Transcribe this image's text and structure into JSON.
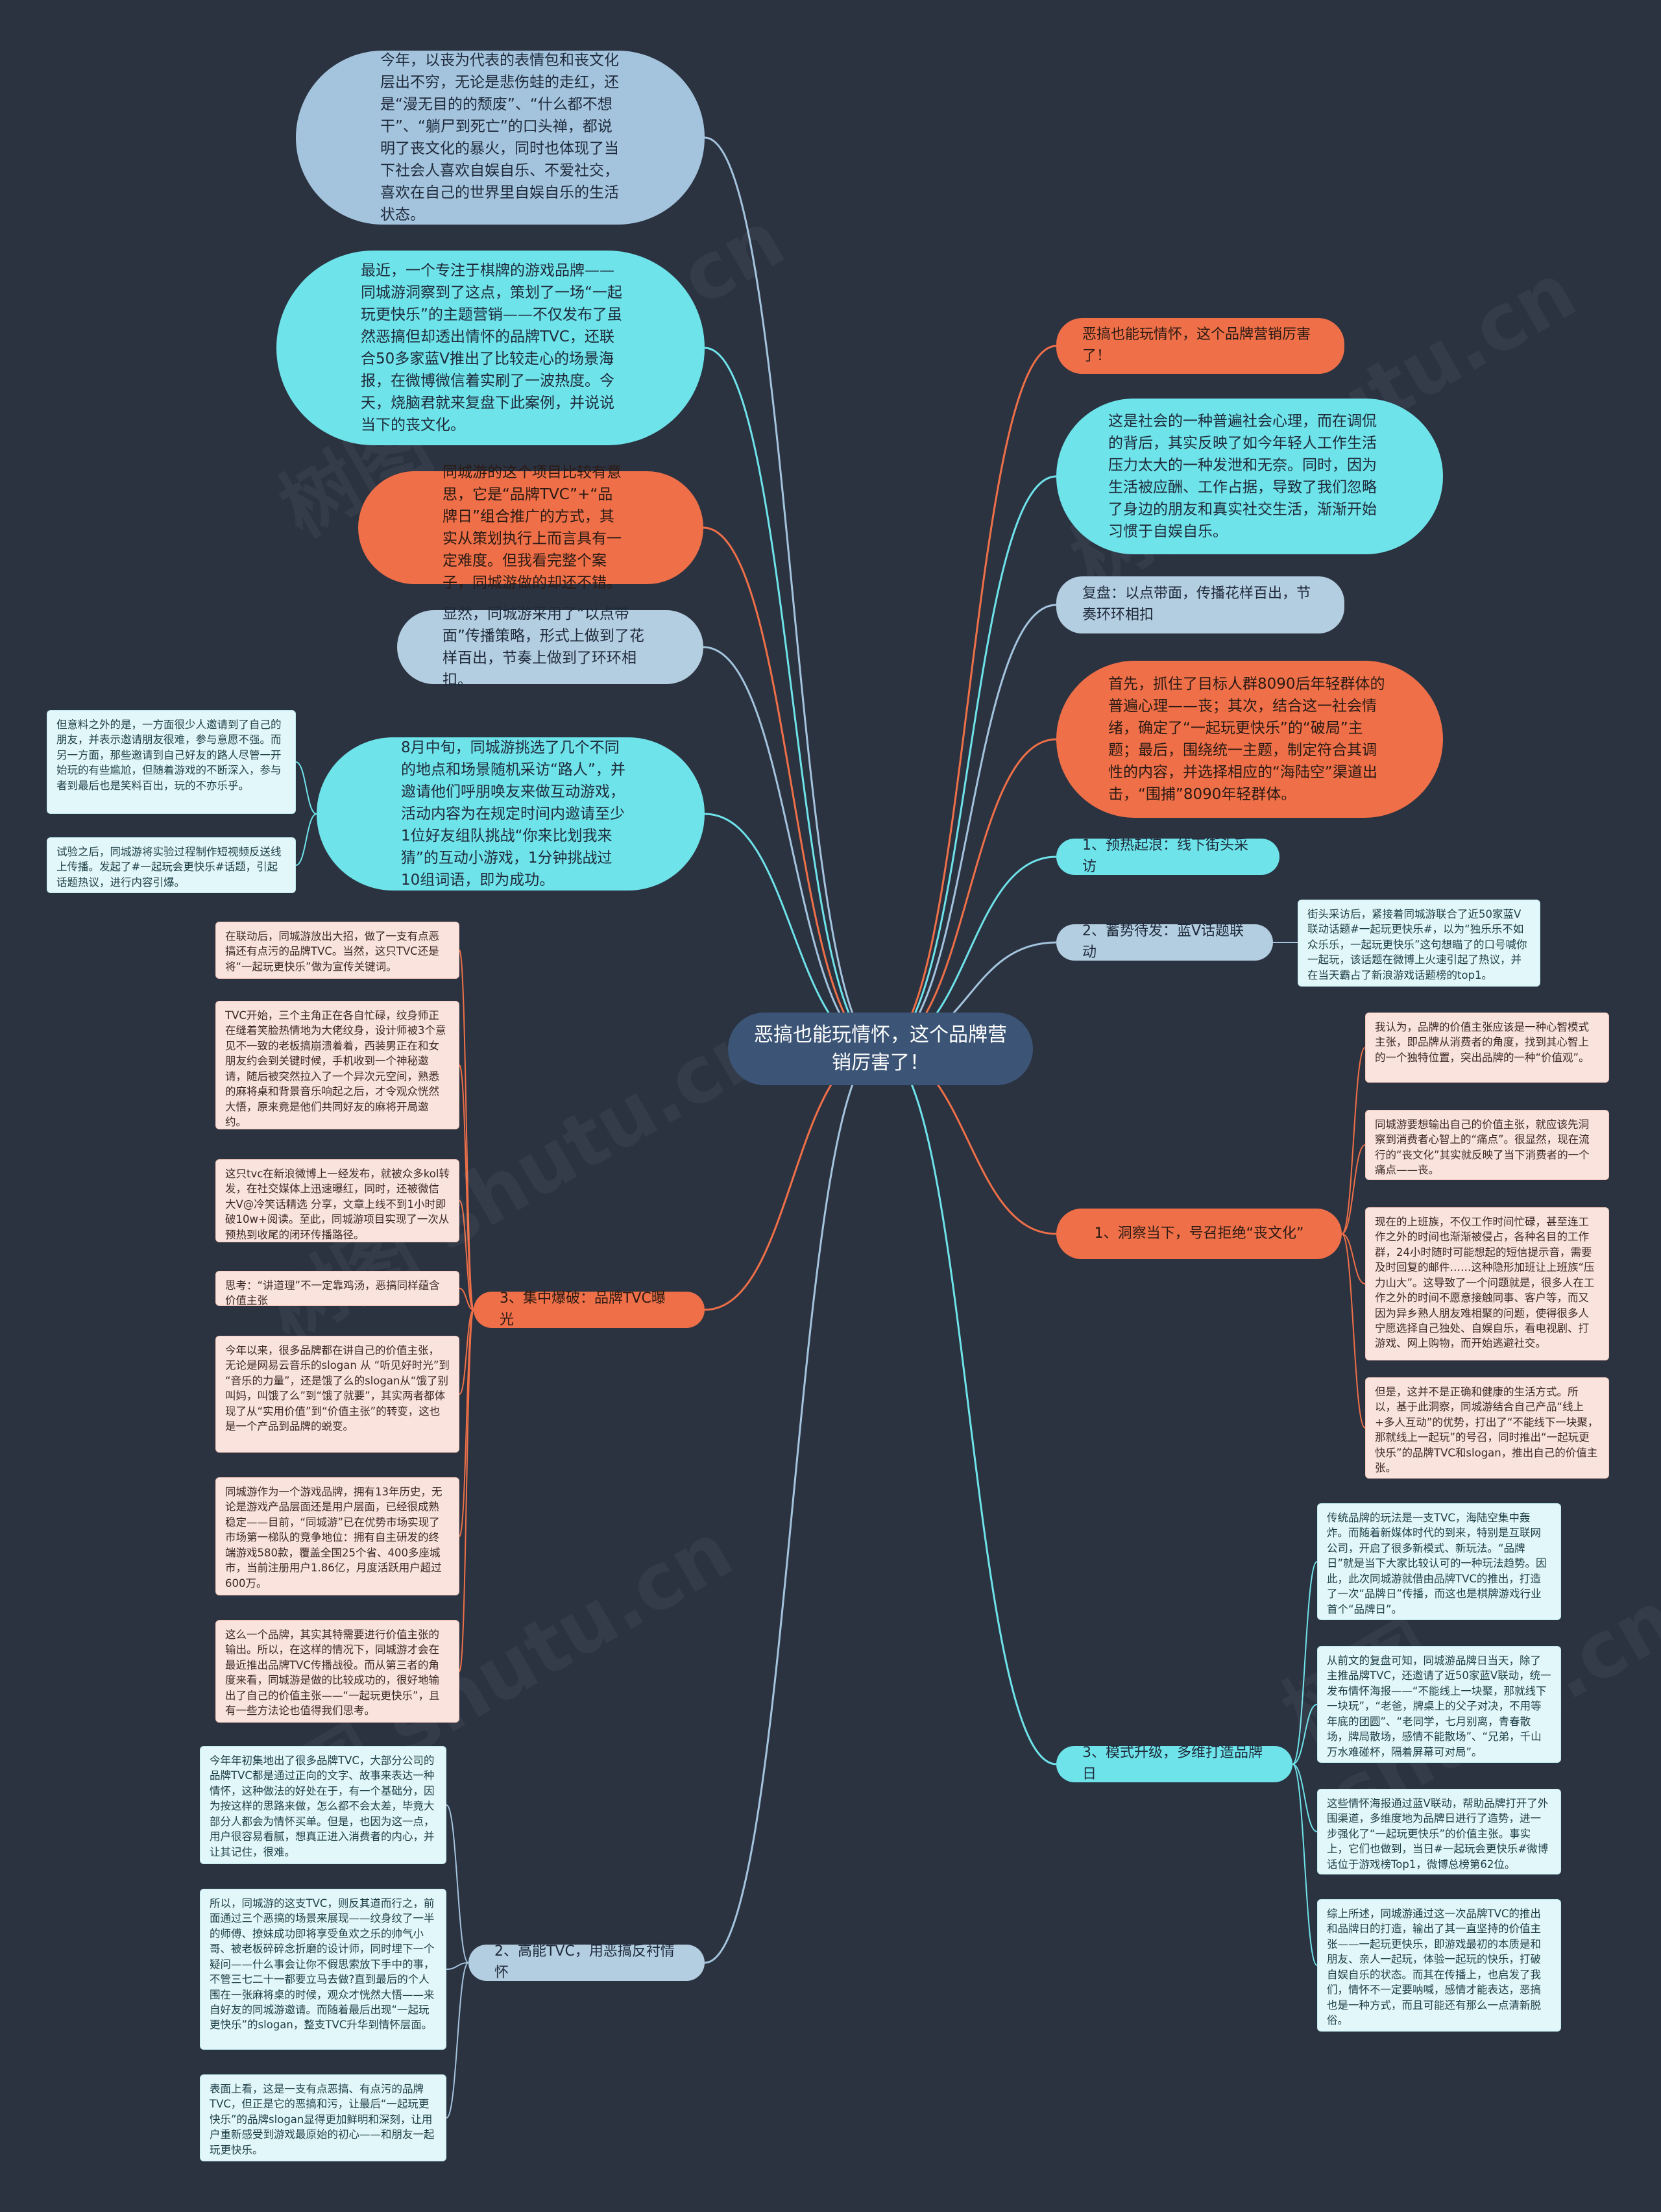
{
  "center": "恶搞也能玩情怀，这个品牌营销厉害了！",
  "left_bubbles": [
    "今年，以丧为代表的表情包和丧文化层出不穷，无论是悲伤蛙的走红，还是“漫无目的的颓废”、“什么都不想干”、“躺尸到死亡”的口头禅，都说明了丧文化的暴火，同时也体现了当下社会人喜欢自娱自乐、不爱社交，喜欢在自己的世界里自娱自乐的生活状态。",
    "最近，一个专注于棋牌的游戏品牌——同城游洞察到了这点，策划了一场“一起玩更快乐”的主题营销——不仅发布了虽然恶搞但却透出情怀的品牌TVC，还联合50多家蓝V推出了比较走心的场景海报，在微博微信着实刷了一波热度。今天，烧脑君就来复盘下此案例，并说说当下的丧文化。",
    "同城游的这个项目比较有意思，它是“品牌TVC”+“品牌日”组合推广的方式，其实从策划执行上而言具有一定难度。但我看完整个案子，同城游做的却还不错。",
    "显然，同城游采用了“以点带面”传播策略，形式上做到了花样百出，节奏上做到了环环相扣。",
    "8月中旬，同城游挑选了几个不同的地点和场景随机采访“路人”，并邀请他们呼朋唤友来做互动游戏，活动内容为在规定时间内邀请至少1位好友组队挑战“你来比划我来猜”的互动小游戏，1分钟挑战过10组词语，即为成功。"
  ],
  "left_top_notes": [
    "但意料之外的是，一方面很少人邀请到了自己的朋友，并表示邀请朋友很难，参与意愿不强。而另一方面，那些邀请到自己好友的路人尽管一开始玩的有些尴尬，但随着游戏的不断深入，参与者到最后也是笑料百出，玩的不亦乐乎。",
    "试验之后，同城游将实验过程制作短视频反送线上传播。发起了#一起玩会更快乐#话题，引起话题热议，进行内容引爆。"
  ],
  "right_bubbles": [
    "恶搞也能玩情怀，这个品牌营销厉害了！",
    "这是社会的一种普遍社会心理，而在调侃的背后，其实反映了如今年轻人工作生活压力太大的一种发泄和无奈。同时，因为生活被应酬、工作占据，导致了我们忽略了身边的朋友和真实社交生活，渐渐开始习惯于自娱自乐。",
    "复盘：以点带面，传播花样百出，节奏环环相扣",
    "首先，抓住了目标人群8090后年轻群体的普遍心理——丧；其次，结合这一社会情绪，确定了“一起玩更快乐”的“破局”主题；最后，围绕统一主题，制定符合其调性的内容，并选择相应的“海陆空”渠道出击，“围捕”8090年轻群体。"
  ],
  "branches": {
    "r1": "1、预热起浪：线下街头采访",
    "r2": "2、蓄势待发：蓝V话题联动",
    "r3": "1、洞察当下，号召拒绝“丧文化”",
    "r4": "3、模式升级，多维打造品牌日",
    "l1": "3、集中爆破：品牌TVC曝光",
    "l2": "2、高能TVC，用恶搞反衬情怀"
  },
  "r2_note": "街头采访后，紧接着同城游联合了近50家蓝V联动话题#一起玩更快乐#，以为“独乐乐不如众乐乐，一起玩更快乐”这句想瞄了的口号喊你一起玩，该话题在微博上火速引起了热议，并在当天霸占了新浪游戏话题榜的top1。",
  "r3_notes": [
    "我认为，品牌的价值主张应该是一种心智模式主张，即品牌从消费者的角度，找到其心智上的一个独特位置，突出品牌的一种“价值观”。",
    "同城游要想输出自己的价值主张，就应该先洞察到消费者心智上的“痛点”。很显然，现在流行的“丧文化”其实就反映了当下消费者的一个痛点——丧。",
    "现在的上班族，不仅工作时间忙碌，甚至连工作之外的时间也渐渐被侵占，各种名目的工作群，24小时随时可能想起的短信提示音，需要及时回复的邮件……这种隐形加班让上班族“压力山大”。这导致了一个问题就是，很多人在工作之外的时间不愿意接触同事、客户等，而又因为异乡熟人朋友难相聚的问题，使得很多人宁愿选择自己独处、自娱自乐，看电视剧、打游戏、网上购物，而开始逃避社交。",
    "但是，这并不是正确和健康的生活方式。所以，基于此洞察，同城游结合自己产品“线上+多人互动”的优势，打出了“不能线下一块聚，那就线上一起玩”的号召，同时推出“一起玩更快乐”的品牌TVC和slogan，推出自己的价值主张。"
  ],
  "r4_notes": [
    "传统品牌的玩法是一支TVC，海陆空集中轰炸。而随着新媒体时代的到来，特别是互联网公司，开启了很多新模式、新玩法。“品牌日”就是当下大家比较认可的一种玩法趋势。因此，此次同城游就借由品牌TVC的推出，打造了一次“品牌日”传播，而这也是棋牌游戏行业首个“品牌日”。",
    "从前文的复盘可知，同城游品牌日当天，除了主推品牌TVC，还邀请了近50家蓝V联动，统一发布情怀海报——“不能线上一块聚，那就线下一块玩”，“老爸，牌桌上的父子对决，不用等年底的团圆”、“老同学，七月别离，青春散场，牌局散场，感情不能散场”、“兄弟，千山万水难碰杯，隔着屏幕可对局”。",
    "这些情怀海报通过蓝V联动，帮助品牌打开了外围渠道，多维度地为品牌日进行了造势，进一步强化了“一起玩更快乐”的价值主张。事实上，它们也做到，当日#一起玩会更快乐#微博话位于游戏榜Top1，微博总榜第62位。",
    "综上所述，同城游通过这一次品牌TVC的推出和品牌日的打造，输出了其一直坚持的价值主张——一起玩更快乐，即游戏最初的本质是和朋友、亲人一起玩，体验一起玩的快乐，打破自娱自乐的状态。而其在传播上，也启发了我们，情怀不一定要呐喊，感情才能表达，恶搞也是一种方式，而且可能还有那么一点清新脱俗。"
  ],
  "l1_notes": [
    "在联动后，同城游放出大招，做了一支有点恶搞还有点污的品牌TVC。当然，这只TVC还是将“一起玩更快乐”做为宣传关键词。",
    "TVC开始，三个主角正在各自忙碌，纹身师正在缝着笑脸热情地为大佬纹身，设计师被3个意见不一致的老板搞崩溃着着，西装男正在和女朋友约会到关键时候，手机收到一个神秘邀请，随后被突然拉入了一个异次元空间，熟悉的麻将桌和背景音乐响起之后，才令观众恍然大悟，原来竟是他们共同好友的麻将开局邀约。",
    "这只tvc在新浪微博上一经发布，就被众多kol转发，在社交媒体上迅速曝红，同时，还被微信大V@冷笑话精选 分享，文章上线不到1小时即破10w+阅读。至此，同城游项目实现了一次从预热到收尾的闭环传播路径。",
    "思考：“讲道理”不一定靠鸡汤，恶搞同样蕴含价值主张",
    "今年以来，很多品牌都在讲自己的价值主张，无论是网易云音乐的slogan 从 “听见好时光”到 “音乐的力量”，还是饿了么的slogan从“饿了别叫妈，叫饿了么”到“饿了就要”，其实两者都体现了从“实用价值”到“价值主张”的转变，这也是一个产品到品牌的蜕变。",
    "同城游作为一个游戏品牌，拥有13年历史，无论是游戏产品层面还是用户层面，已经很成熟稳定——目前，“同城游”已在优势市场实现了市场第一梯队的竞争地位：拥有自主研发的终端游戏580款，覆盖全国25个省、400多座城市，当前注册用户1.86亿，月度活跃用户超过600万。",
    "这么一个品牌，其实其特需要进行价值主张的输出。所以，在这样的情况下，同城游才会在最近推出品牌TVC传播战役。而从第三者的角度来看，同城游是做的比较成功的，很好地输出了自己的价值主张——“一起玩更快乐”，且有一些方法论也值得我们思考。"
  ],
  "l2_notes": [
    "今年年初集地出了很多品牌TVC，大部分公司的品牌TVC都是通过正向的文字、故事来表达一种情怀，这种做法的好处在于，有一个基础分，因为按这样的思路来做，怎么都不会太差，毕竟大部分人都会为情怀买单。但是，也因为这一点，用户很容易看腻，想真正进入消费者的内心，并让其记住，很难。",
    "所以，同城游的这支TVC，则反其道而行之，前面通过三个恶搞的场景来展现——纹身纹了一半的师傅、撩妹成功即将享受鱼欢之乐的帅气小哥、被老板碎碎念折磨的设计师，同时埋下一个疑问——什么事会让你不假思索放下手中的事，不管三七二十一都要立马去做?直到最后的个人围在一张麻将桌的时候，观众才恍然大悟——来自好友的同城游邀请。而随着最后出现“一起玩更快乐”的slogan，整支TVC升华到情怀层面。",
    "表面上看，这是一支有点恶搞、有点污的品牌TVC，但正是它的恶搞和污，让最后“一起玩更快乐”的品牌slogan显得更加鲜明和深刻，让用户重新感受到游戏最原始的初心——和朋友一起玩更快乐。"
  ],
  "colors": {
    "background": "#2b3240",
    "center": "#3c5576",
    "orange": "#ef7048",
    "cyan": "#6ee3ea",
    "blue": "#a4c4de"
  },
  "watermark": "树图 shutu.cn"
}
